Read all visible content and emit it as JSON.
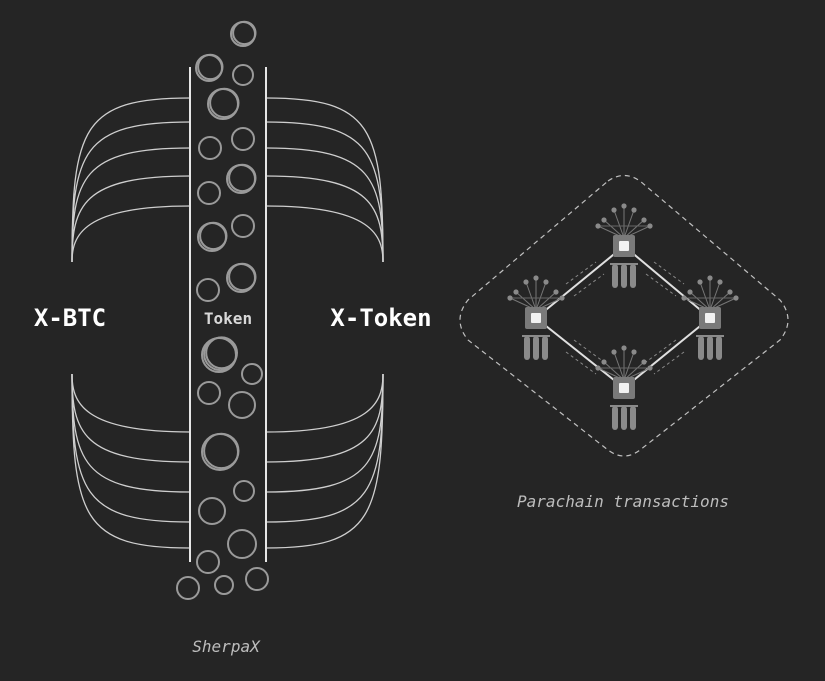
{
  "labels": {
    "left": "X-BTC",
    "center": "Token",
    "right": "X-Token",
    "sherpa_caption": "SherpaX",
    "parachain_caption": "Parachain transactions"
  },
  "colors": {
    "background": "#252525",
    "line": "#d0d0d0",
    "circle": "#9a9a9a",
    "node": "#8a8a8a",
    "dashed": "#c0c0c0"
  }
}
